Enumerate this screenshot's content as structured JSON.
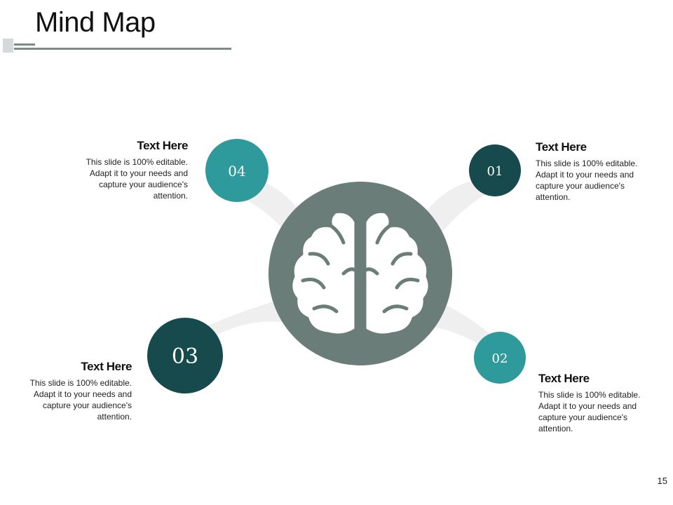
{
  "slide": {
    "title": "Mind Map",
    "page_number": "15"
  },
  "colors": {
    "center": "#6b7d78",
    "teal": "#2f9a9c",
    "dark_teal": "#164a4d",
    "connector": "#efefef"
  },
  "center": {
    "icon": "brain-icon"
  },
  "nodes": [
    {
      "number": "01",
      "heading": "Text Here",
      "body": "This slide is 100% editable. Adapt it to your needs and capture your audience's attention."
    },
    {
      "number": "02",
      "heading": "Text Here",
      "body": "This slide is 100% editable. Adapt it to your needs and capture your audience's attention."
    },
    {
      "number": "03",
      "heading": "Text Here",
      "body": "This slide is 100% editable. Adapt it to your needs and capture your audience's attention."
    },
    {
      "number": "04",
      "heading": "Text Here",
      "body": "This slide is 100% editable. Adapt it to your needs and capture your audience's attention."
    }
  ]
}
